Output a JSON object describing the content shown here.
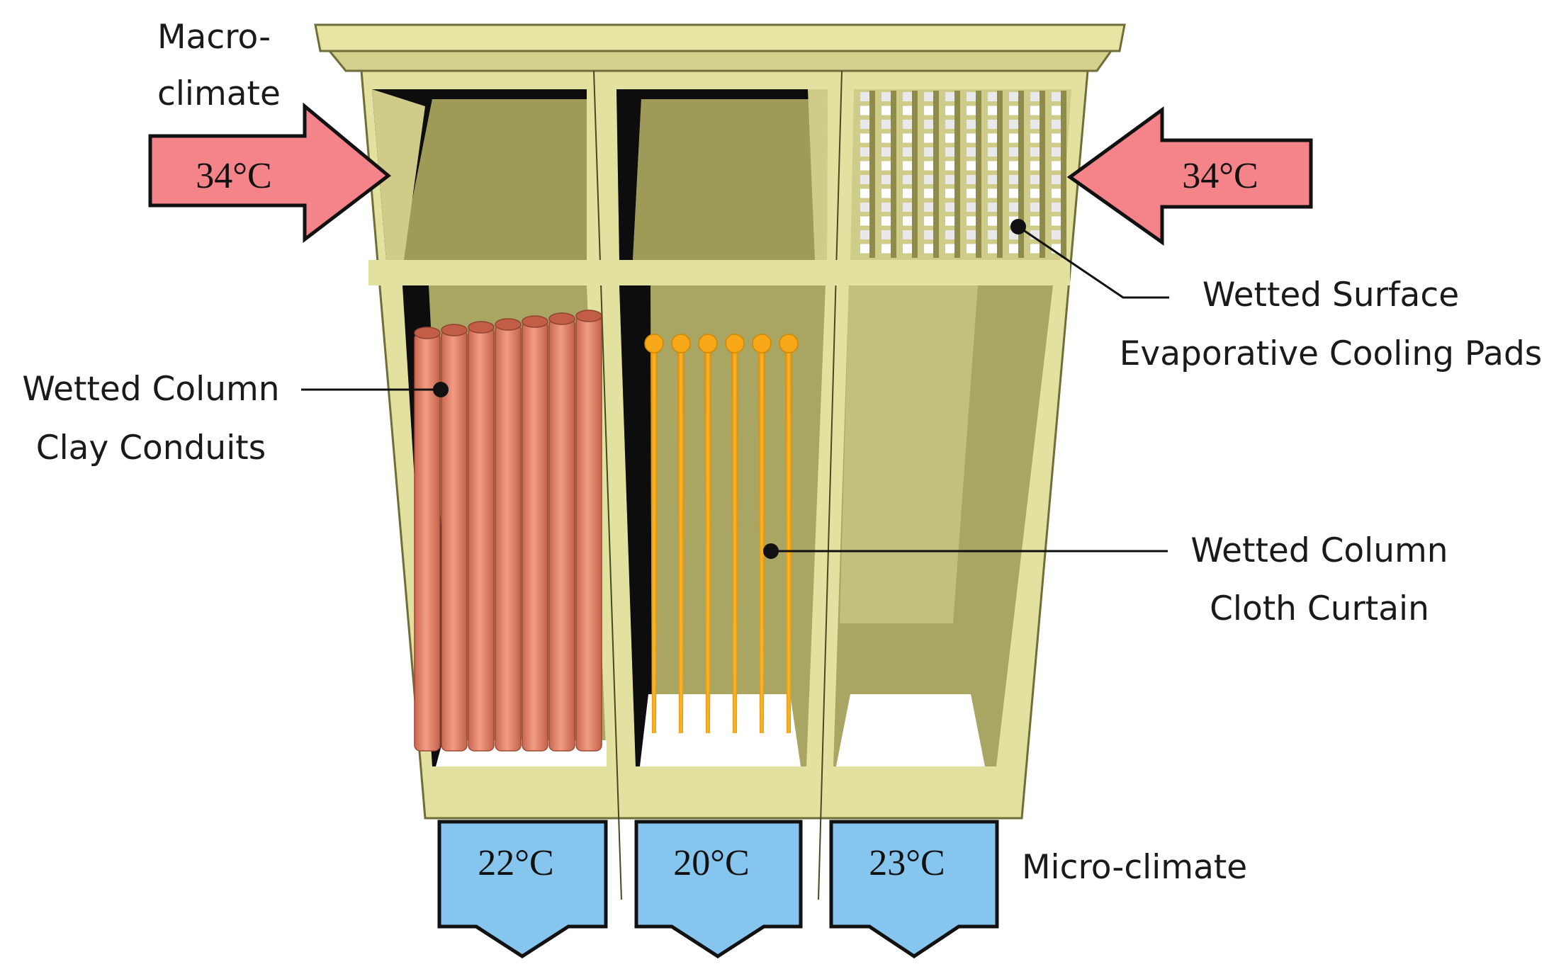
{
  "labels": {
    "macro_line1": "Macro-",
    "macro_line2": "climate",
    "clay_line1": "Wetted Column",
    "clay_line2": "Clay Conduits",
    "surface_line1": "Wetted Surface",
    "surface_line2": "Evaporative Cooling Pads",
    "cloth_line1": "Wetted Column",
    "cloth_line2": "Cloth Curtain",
    "micro": "Micro-climate"
  },
  "temperatures": {
    "inlet_left": "34°C",
    "inlet_right": "34°C",
    "outlet_clay": "22°C",
    "outlet_cloth": "20°C",
    "outlet_pads": "23°C"
  },
  "colors": {
    "cabinet": "#e3e1a0",
    "cabinet_edge": "#6f6d38",
    "cavity": "#a9a663",
    "clay": "#e98b72",
    "cloth": "#f4a614",
    "inlet_arrow": "#f4838a",
    "outlet_arrow": "#86c5ee"
  }
}
